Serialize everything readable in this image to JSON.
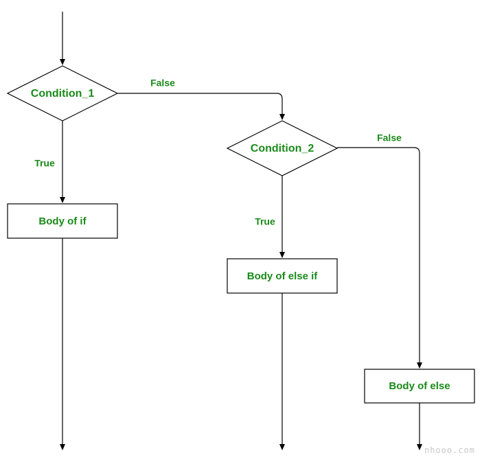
{
  "colors": {
    "label": "#1a8a1a",
    "stroke": "#000000",
    "watermark": "#c8c8c8"
  },
  "nodes": {
    "condition_1": "Condition_1",
    "condition_2": "Condition_2",
    "body_if": "Body of if",
    "body_else_if": "Body of else if",
    "body_else": "Body of else"
  },
  "edges": {
    "c1_false": "False",
    "c1_true": "True",
    "c2_false": "False",
    "c2_true": "True"
  },
  "watermark": "nhooo.com"
}
